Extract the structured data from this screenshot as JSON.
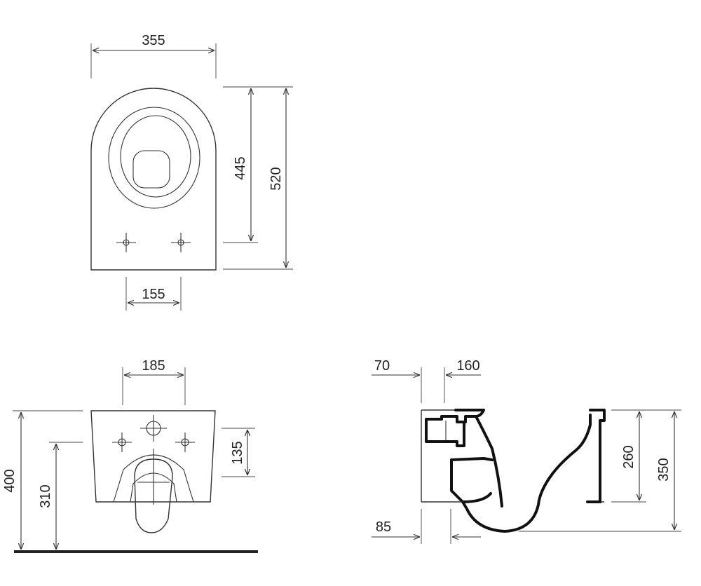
{
  "top_view": {
    "width_label": "355",
    "inner_length_label": "445",
    "total_length_label": "520",
    "hole_spacing_label": "155"
  },
  "front_view": {
    "width_label": "185",
    "height_label": "400",
    "fixing_height_label": "310",
    "hole_height_label": "135"
  },
  "side_view": {
    "top_left_label": "70",
    "top_right_label": "160",
    "bottom_label": "85",
    "inlet_height_label": "260",
    "total_height_label": "350"
  },
  "colors": {
    "line": "#333333",
    "text": "#222222"
  }
}
